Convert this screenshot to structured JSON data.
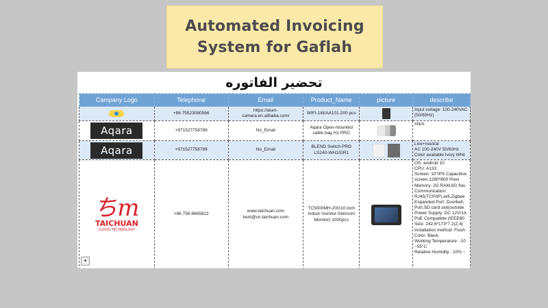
{
  "banner": {
    "line1": "Automated Invoicing",
    "line2": "System for Gaflah"
  },
  "sheet": {
    "title": "تحضير الفاتوره",
    "columns": [
      "Campany Logo",
      "Telephone",
      "Email",
      "Product_Name",
      "picture",
      "describe"
    ],
    "rows": [
      {
        "logo": "yellow-logo-icon",
        "telephone": "+86 75523080566",
        "email": "https://alum-camera.en.alibaba.com/",
        "product": "WIFI-1W/AA101-200 pcs",
        "picture": "phone-image",
        "describe": [
          "Input voltage: 100-240VAC",
          "(50/60Hz)"
        ]
      },
      {
        "logo": "Aqara",
        "telephone": "+971527758789",
        "email": "No_Email",
        "product": "Aqara Open-mounted cable bag H1 PRO",
        "picture": "cable-image",
        "describe": [
          "#N/A"
        ]
      },
      {
        "logo": "Aqara",
        "telephone": "+971527758789",
        "email": "No_Email",
        "product": "BLEND Switch PRO LS240-WH1/GR1",
        "picture": "switch-image",
        "describe": [
          "Live+neutral",
          "AC 100-240V 50/60Hz",
          "Color available Ivory Whit"
        ]
      },
      {
        "logo_mark": "ちm",
        "logo_name": "TAICHUAN",
        "logo_sub": "CLOUD TECHNOLOGY",
        "telephone": "+86 756 8665822",
        "email": "www.taichuan.com kent@cn.taichuan.com",
        "product": "TC5000MH-20G10 inch indoor monitor Intercom Monitor) 1000pcs",
        "picture": "panel-image",
        "describe": [
          "OS: android 10",
          "CPU: A133",
          "Screen: 10\"IPS Capacitive",
          "screen,1280*800 Pixel",
          "Memory: 2G RAM,8G flas",
          "Communication:",
          "RJ45(TCP/IP),wifi,Zigbee",
          "Expanded Port: Doorbell,",
          "Port,SD card slot(outside",
          "Power Supply: DC 12V/1A",
          "PoE Compatible (IEEE80",
          "Size: 242.6*173*7.2(Z.4(",
          "Installation method: Flush",
          "Color: Black",
          "Working Temperature: -10",
          "~55°C",
          "Relative Humidity : 10% ~"
        ]
      }
    ],
    "dropdown_glyph": "▾"
  }
}
